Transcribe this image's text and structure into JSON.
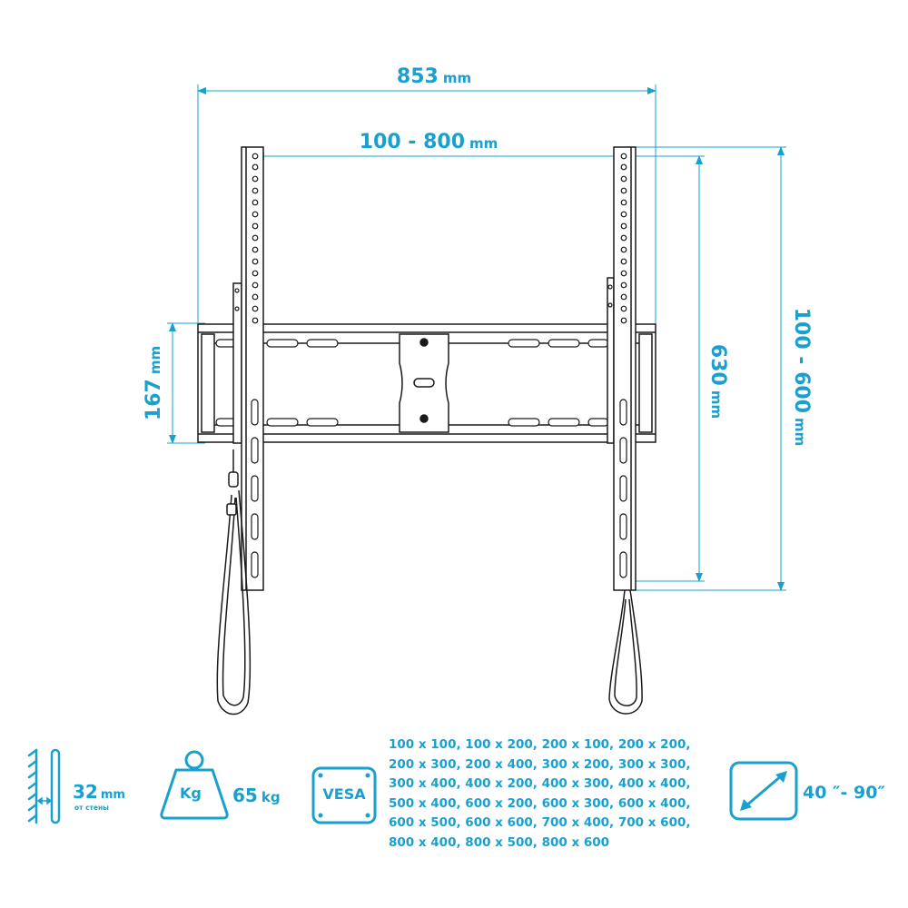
{
  "dimensions": {
    "total_width": {
      "value": "853",
      "unit": "mm"
    },
    "vesa_width": {
      "value": "100 - 800",
      "unit": "mm"
    },
    "rail_height": {
      "value": "167",
      "unit": "mm"
    },
    "arm_height": {
      "value": "630",
      "unit": "mm"
    },
    "vesa_height": {
      "value": "100 - 600",
      "unit": "mm"
    }
  },
  "specs": {
    "wall_distance": {
      "value": "32",
      "unit": "mm",
      "caption": "от стены"
    },
    "load": {
      "badge": "Kg",
      "value": "65",
      "unit": "kg"
    },
    "vesa": {
      "badge": "VESA",
      "lines": [
        "100 x 100, 100 x 200, 200 x 100, 200 x 200,",
        "200 x 300, 200 x 400, 300 x 200, 300 x 300,",
        "300 x 400, 400 x 200, 400 x 300, 400 x 400,",
        "500 x 400, 600 x 200, 600 x 300, 600 x 400,",
        "600 x 500, 600 x 600, 700 x 400, 700 x 600,",
        "800 x 400, 800 x 500, 800 x 600"
      ]
    },
    "diagonal": {
      "value": "40 ″- 90″"
    }
  },
  "colors": {
    "accent": "#1aa0cf",
    "line": "#1a1a1a"
  },
  "icons": [
    "wall-mount-icon",
    "weight-icon",
    "vesa-icon",
    "diagonal-icon"
  ]
}
